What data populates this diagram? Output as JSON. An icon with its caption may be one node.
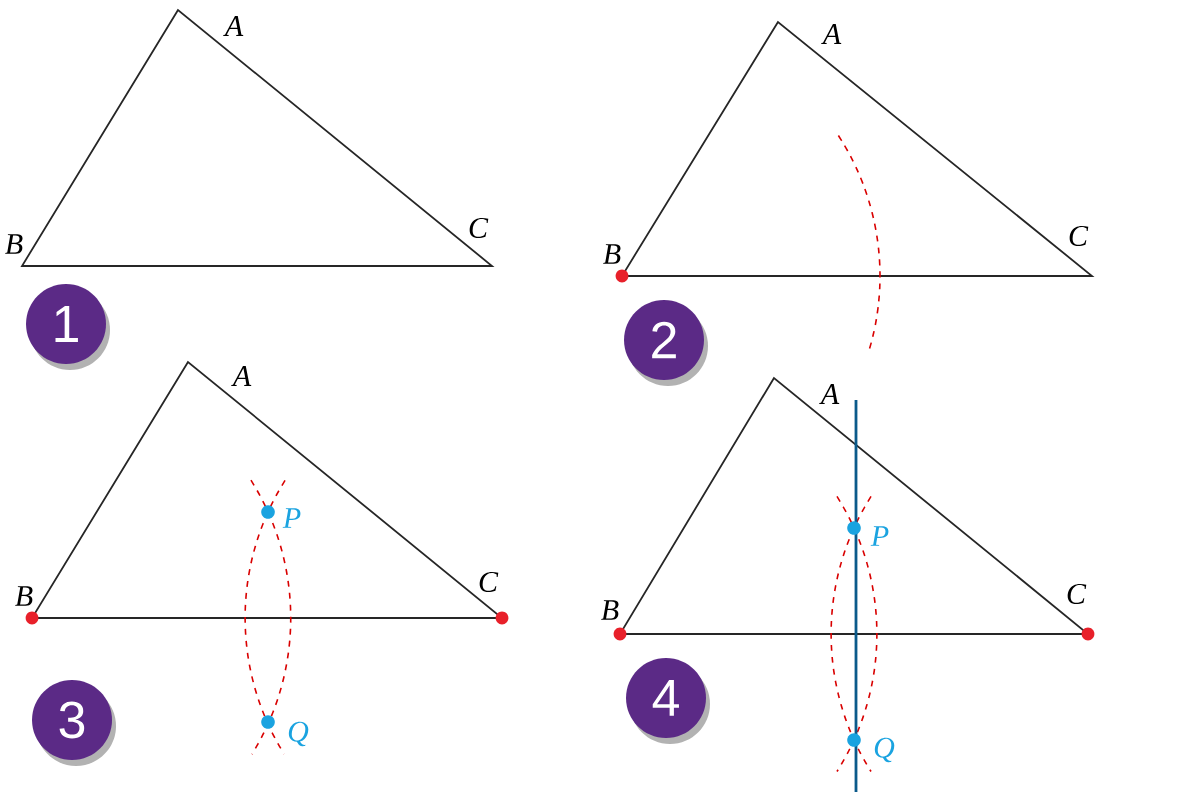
{
  "diagram": {
    "nodes": [
      {
        "text": [
          "1"
        ]
      },
      {
        "text": [
          "2"
        ]
      },
      {
        "text": [
          "3"
        ]
      },
      {
        "text": [
          "4"
        ]
      }
    ],
    "labels": [
      "A",
      "B",
      "C",
      "A",
      "B",
      "C",
      "A",
      "P",
      "B",
      "C",
      "Q",
      "A",
      "P",
      "B",
      "C",
      "Q"
    ]
  }
}
